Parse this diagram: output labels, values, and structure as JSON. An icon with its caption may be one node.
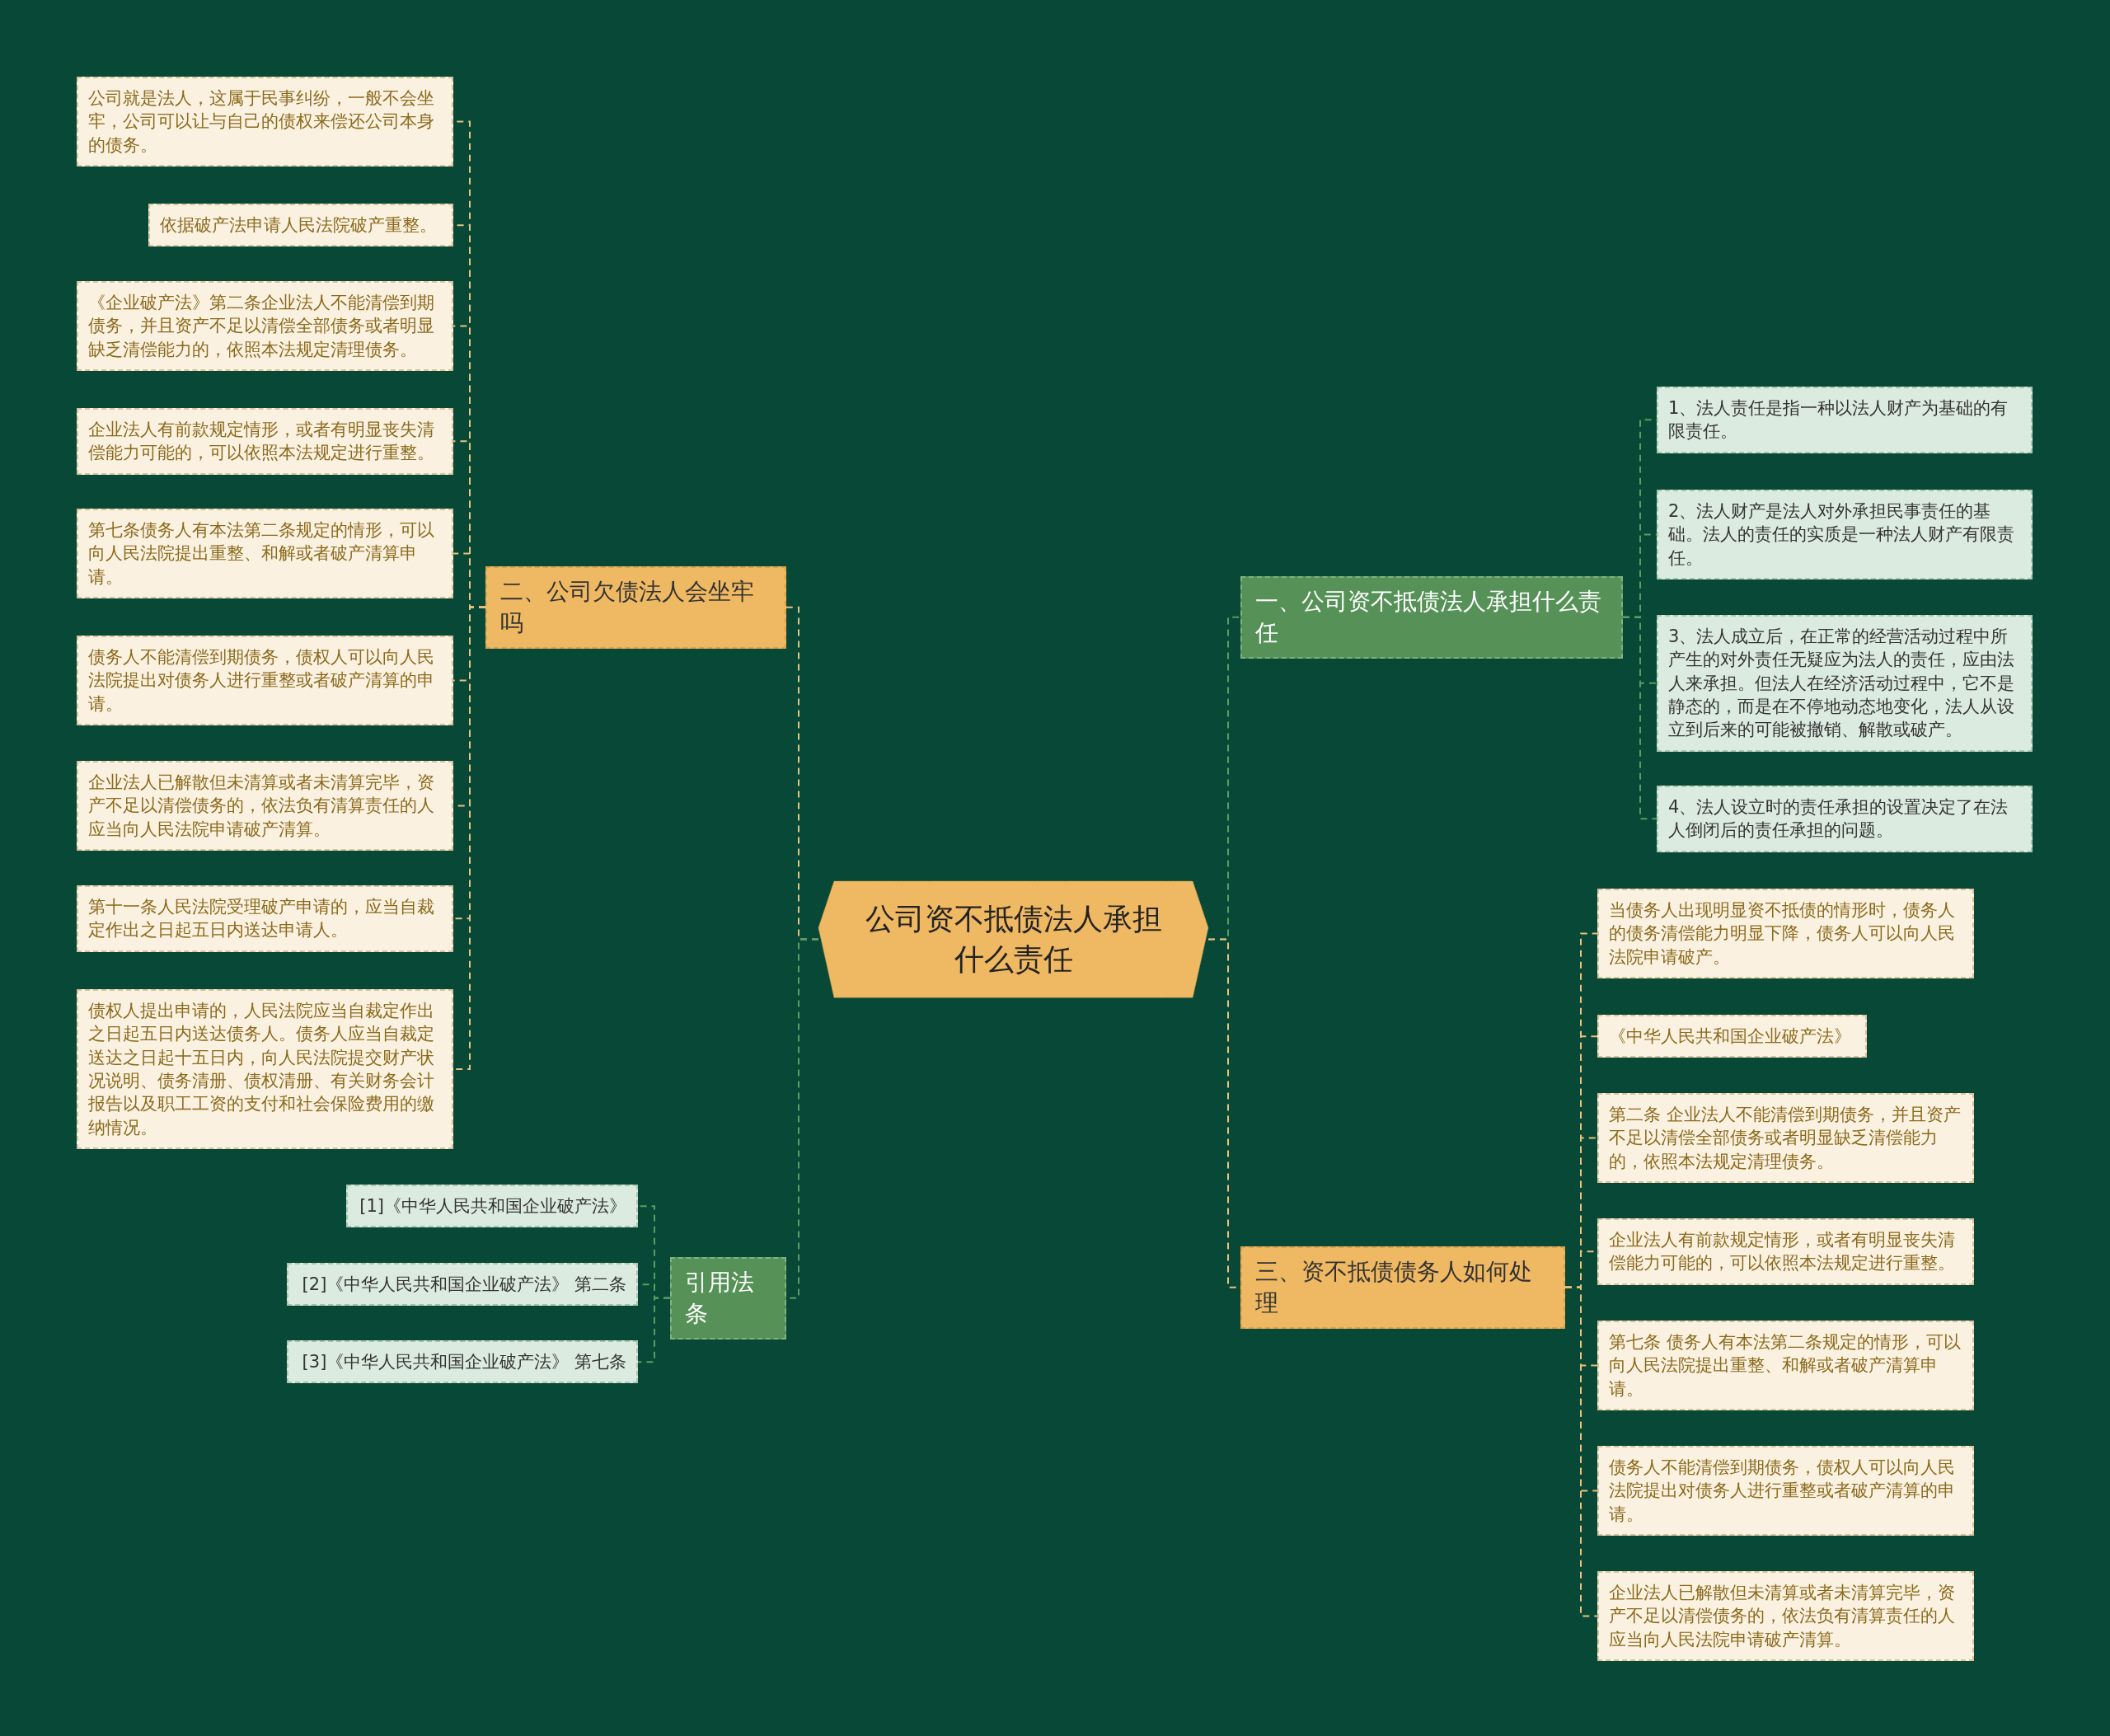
{
  "diagram": {
    "nodes": [
      {
        "text": [
          "公司资不抵债法人承担什么责任"
        ]
      },
      {
        "text": [
          "一、公司资不抵债法人承担什么责任"
        ]
      },
      {
        "text": [
          "1、法人责任是指一种以法人财产为基础的有限责任。"
        ]
      },
      {
        "text": [
          "2、法人财产是法人对外承担民事责任的基础。法人的责任的实质是一种法人财产有限责任。"
        ]
      },
      {
        "text": [
          "3、法人成立后，在正常的经营活动过程中所产生的对外责任无疑应为法人的责任，应由法人来承担。但法人在经济活动过程中，它不是静态的，而是在不停地动态地变化，法人从设立到后来的可能被撤销、解散或破产。"
        ]
      },
      {
        "text": [
          "4、法人设立时的责任承担的设置决定了在法人倒闭后的责任承担的问题。"
        ]
      },
      {
        "text": [
          "三、资不抵债债务人如何处理"
        ]
      },
      {
        "text": [
          "当债务人出现明显资不抵债的情形时，债务人的债务清偿能力明显下降，债务人可以向人民法院申请破产。"
        ]
      },
      {
        "text": [
          "《中华人民共和国企业破产法》"
        ]
      },
      {
        "text": [
          "第二条 企业法人不能清偿到期债务，并且资产不足以清偿全部债务或者明显缺乏清偿能力的，依照本法规定清理债务。"
        ]
      },
      {
        "text": [
          "企业法人有前款规定情形，或者有明显丧失清偿能力可能的，可以依照本法规定进行重整。"
        ]
      },
      {
        "text": [
          "第七条 债务人有本法第二条规定的情形，可以向人民法院提出重整、和解或者破产清算申请。"
        ]
      },
      {
        "text": [
          "债务人不能清偿到期债务，债权人可以向人民法院提出对债务人进行重整或者破产清算的申请。"
        ]
      },
      {
        "text": [
          "企业法人已解散但未清算或者未清算完毕，资产不足以清偿债务的，依法负有清算责任的人应当向人民法院申请破产清算。"
        ]
      },
      {
        "text": [
          "二、公司欠债法人会坐牢吗"
        ]
      },
      {
        "text": [
          "公司就是法人，这属于民事纠纷，一般不会坐牢，公司可以让与自己的债权来偿还公司本身的债务。"
        ]
      },
      {
        "text": [
          "依据破产法申请人民法院破产重整。"
        ]
      },
      {
        "text": [
          "《企业破产法》第二条企业法人不能清偿到期债务，并且资产不足以清偿全部债务或者明显缺乏清偿能力的，依照本法规定清理债务。"
        ]
      },
      {
        "text": [
          "企业法人有前款规定情形，或者有明显丧失清偿能力可能的，可以依照本法规定进行重整。"
        ]
      },
      {
        "text": [
          "第七条债务人有本法第二条规定的情形，可以向人民法院提出重整、和解或者破产清算申请。"
        ]
      },
      {
        "text": [
          "债务人不能清偿到期债务，债权人可以向人民法院提出对债务人进行重整或者破产清算的申请。"
        ]
      },
      {
        "text": [
          "企业法人已解散但未清算或者未清算完毕，资产不足以清偿债务的，依法负有清算责任的人应当向人民法院申请破产清算。"
        ]
      },
      {
        "text": [
          "第十一条人民法院受理破产申请的，应当自裁定作出之日起五日内送达申请人。"
        ]
      },
      {
        "text": [
          "债权人提出申请的，人民法院应当自裁定作出之日起五日内送达债务人。债务人应当自裁定送达之日起十五日内，向人民法院提交财产状况说明、债务清册、债权清册、有关财务会计报告以及职工工资的支付和社会保险费用的缴纳情况。"
        ]
      },
      {
        "text": [
          "引用法条"
        ]
      },
      {
        "text": [
          "[1]《中华人民共和国企业破产法》"
        ]
      },
      {
        "text": [
          "[2]《中华人民共和国企业破产法》 第二条"
        ]
      },
      {
        "text": [
          "[3]《中华人民共和国企业破产法》 第七条"
        ]
      }
    ],
    "edges": [
      {
        "from": 0,
        "to": 1,
        "arrow": "none",
        "color": "#5d9b62"
      },
      {
        "from": 1,
        "to": 2,
        "arrow": "none",
        "color": "#5d9b62"
      },
      {
        "from": 1,
        "to": 3,
        "arrow": "none",
        "color": "#5d9b62"
      },
      {
        "from": 1,
        "to": 4,
        "arrow": "none",
        "color": "#5d9b62"
      },
      {
        "from": 1,
        "to": 5,
        "arrow": "none",
        "color": "#5d9b62"
      },
      {
        "from": 0,
        "to": 6,
        "arrow": "none"
      },
      {
        "from": 6,
        "to": 7,
        "arrow": "none"
      },
      {
        "from": 6,
        "to": 8,
        "arrow": "none"
      },
      {
        "from": 6,
        "to": 9,
        "arrow": "none"
      },
      {
        "from": 6,
        "to": 10,
        "arrow": "none"
      },
      {
        "from": 6,
        "to": 11,
        "arrow": "none"
      },
      {
        "from": 6,
        "to": 12,
        "arrow": "none"
      },
      {
        "from": 6,
        "to": 13,
        "arrow": "none"
      },
      {
        "from": 0,
        "to": 14,
        "arrow": "none"
      },
      {
        "from": 14,
        "to": 15,
        "arrow": "none"
      },
      {
        "from": 14,
        "to": 16,
        "arrow": "none"
      },
      {
        "from": 14,
        "to": 17,
        "arrow": "none"
      },
      {
        "from": 14,
        "to": 18,
        "arrow": "none"
      },
      {
        "from": 14,
        "to": 19,
        "arrow": "none"
      },
      {
        "from": 14,
        "to": 20,
        "arrow": "none"
      },
      {
        "from": 14,
        "to": 21,
        "arrow": "none"
      },
      {
        "from": 14,
        "to": 22,
        "arrow": "none"
      },
      {
        "from": 14,
        "to": 23,
        "arrow": "none"
      },
      {
        "from": 0,
        "to": 24,
        "arrow": "none",
        "color": "#5d9b62"
      },
      {
        "from": 24,
        "to": 25,
        "arrow": "none",
        "color": "#5d9b62"
      },
      {
        "from": 24,
        "to": 26,
        "arrow": "none",
        "color": "#5d9b62"
      },
      {
        "from": 24,
        "to": 27,
        "arrow": "none",
        "color": "#5d9b62"
      }
    ]
  }
}
